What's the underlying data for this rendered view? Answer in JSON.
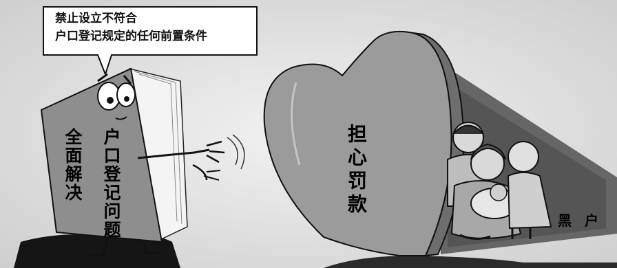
{
  "bubble": {
    "line1": "禁止设立不符合",
    "line2": "户口登记规定的任何前置条件"
  },
  "book": {
    "text_left": "全面解决",
    "text_right": "户口登记问题"
  },
  "heart": {
    "text": "担心罚款"
  },
  "family": {
    "label": "黑 户"
  }
}
